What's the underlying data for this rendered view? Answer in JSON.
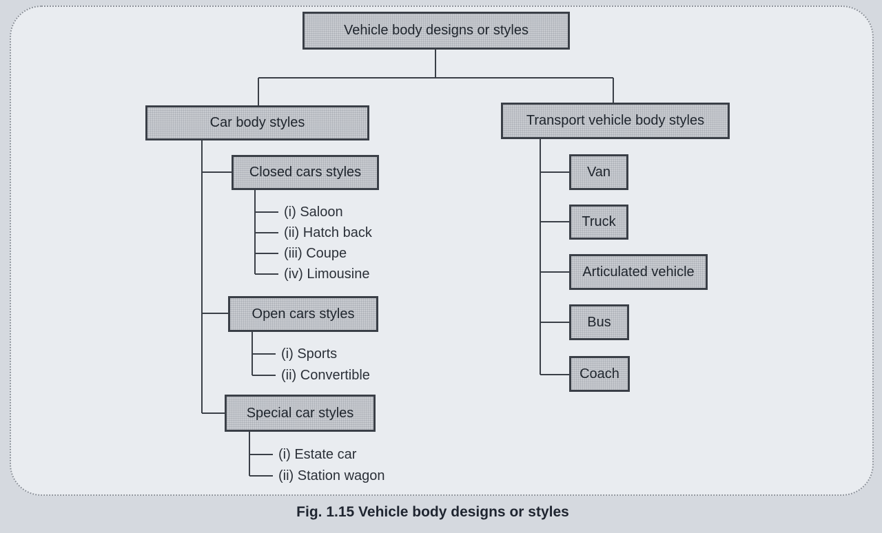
{
  "root": {
    "label": "Vehicle body designs or styles"
  },
  "car": {
    "label": "Car body styles",
    "closed": {
      "label": "Closed cars styles",
      "items": [
        "(i)  Saloon",
        "(ii)  Hatch back",
        "(iii) Coupe",
        "(iv) Limousine"
      ]
    },
    "open": {
      "label": "Open cars styles",
      "items": [
        "(i) Sports",
        "(ii) Convertible"
      ]
    },
    "special": {
      "label": "Special car styles",
      "items": [
        "(i) Estate car",
        "(ii) Station wagon"
      ]
    }
  },
  "transport": {
    "label": "Transport vehicle body styles",
    "items": [
      "Van",
      "Truck",
      "Articulated vehicle",
      "Bus",
      "Coach"
    ]
  },
  "caption": "Fig. 1.15 Vehicle body designs or styles",
  "colors": {
    "line": "#3a3f47",
    "box_fill": "#c9ccd1",
    "page": "#e9ecf0"
  }
}
